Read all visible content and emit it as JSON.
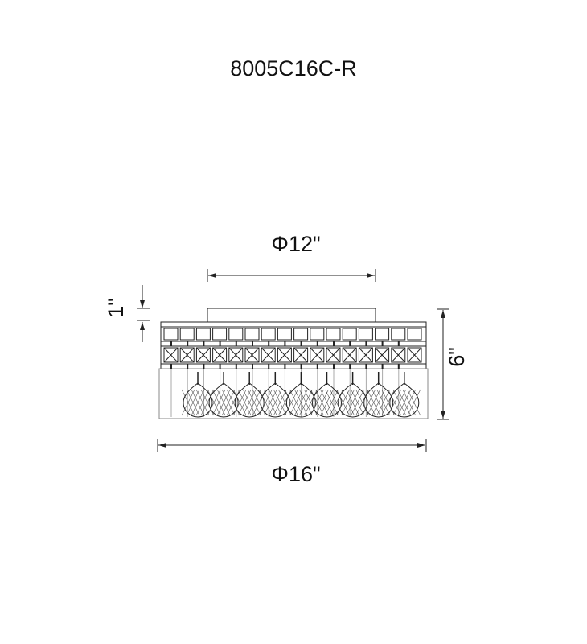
{
  "title": "8005C16C-R",
  "dimensions": {
    "canopy_diameter": "Φ12\"",
    "fixture_diameter": "Φ16\"",
    "canopy_height": "1\"",
    "fixture_height": "6\""
  },
  "colors": {
    "line": "#222222",
    "background": "#ffffff"
  }
}
